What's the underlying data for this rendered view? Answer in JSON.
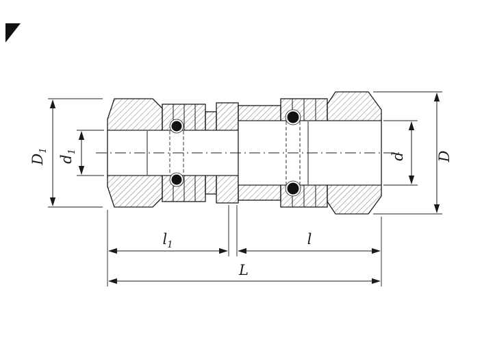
{
  "drawing": {
    "colors": {
      "background": "#ffffff",
      "line": "#1a1a1a",
      "oring": "#111111"
    },
    "dims": {
      "D1": {
        "main": "D",
        "sub": "1"
      },
      "d1": {
        "main": "d",
        "sub": "1"
      },
      "d": {
        "main": "d",
        "sub": ""
      },
      "D": {
        "main": "D",
        "sub": ""
      },
      "l1": {
        "main": "l",
        "sub": "1"
      },
      "l": {
        "main": "l",
        "sub": ""
      },
      "L": {
        "main": "L",
        "sub": ""
      }
    }
  }
}
